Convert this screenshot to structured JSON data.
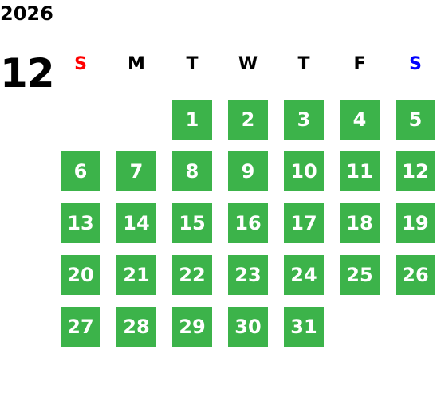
{
  "calendar": {
    "year": "2026",
    "month": "12",
    "weekdays": [
      {
        "label": "S",
        "color": "#ff0000"
      },
      {
        "label": "M",
        "color": "#000000"
      },
      {
        "label": "T",
        "color": "#000000"
      },
      {
        "label": "W",
        "color": "#000000"
      },
      {
        "label": "T",
        "color": "#000000"
      },
      {
        "label": "F",
        "color": "#000000"
      },
      {
        "label": "S",
        "color": "#0000ff"
      }
    ],
    "first_weekday_index": 2,
    "days": [
      "1",
      "2",
      "3",
      "4",
      "5",
      "6",
      "7",
      "8",
      "9",
      "10",
      "11",
      "12",
      "13",
      "14",
      "15",
      "16",
      "17",
      "18",
      "19",
      "20",
      "21",
      "22",
      "23",
      "24",
      "25",
      "26",
      "27",
      "28",
      "29",
      "30",
      "31"
    ],
    "day_cell_color": "#3cb34a"
  }
}
